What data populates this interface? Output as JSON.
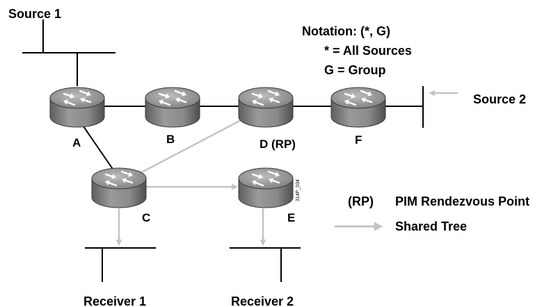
{
  "labels": {
    "source1": "Source 1",
    "source2": "Source 2",
    "receiver1": "Receiver 1",
    "receiver2": "Receiver 2"
  },
  "routers": {
    "a": "A",
    "b": "B",
    "d": "D (RP)",
    "f": "F",
    "c": "C",
    "e": "E"
  },
  "notation": {
    "title": "Notation:  (*, G)",
    "line1": "* = All Sources",
    "line2": "G = Group"
  },
  "legend": {
    "rp_abbrev": "(RP)",
    "rp_text": "PIM Rendezvous Point",
    "shared_tree": "Shared Tree"
  },
  "figure_id": "314P_034",
  "colors": {
    "shared_tree_arrow": "#c4c4c4",
    "link": "#000000",
    "router_body": "#8c8c8c"
  }
}
